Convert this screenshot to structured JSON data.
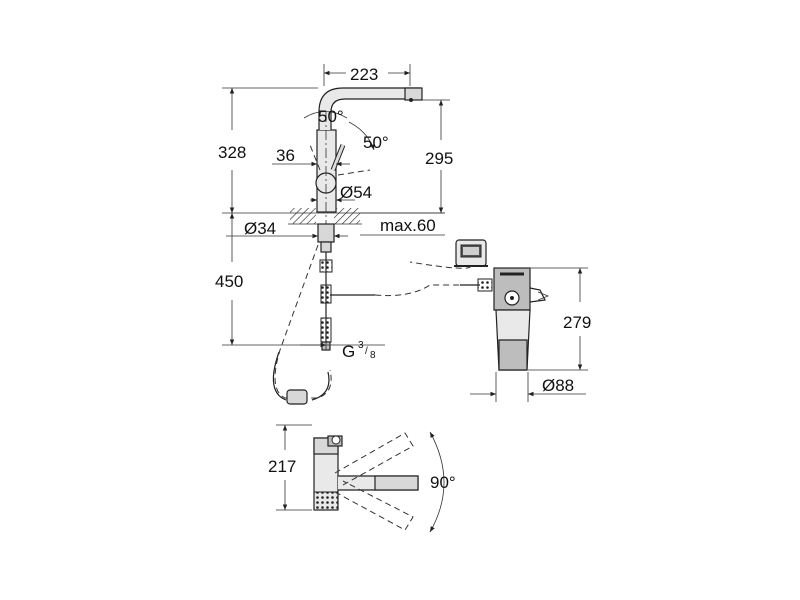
{
  "dimensions": {
    "spout_reach": "223",
    "total_height": "328",
    "spout_height": "295",
    "handle_angle_a": "50°",
    "handle_angle_b": "50°",
    "handle_offset": "36",
    "body_diameter": "Ø54",
    "hole_diameter": "Ø34",
    "max_thickness": "max.60",
    "below_counter": "450",
    "connection_main": "G",
    "connection_sup": "3",
    "connection_sub": "8",
    "filter_height": "279",
    "filter_diameter": "Ø88",
    "top_view_width": "217",
    "swivel_angle": "90°"
  },
  "colors": {
    "line": "#222222",
    "part_fill": "#e9e9e9",
    "background": "#ffffff"
  }
}
